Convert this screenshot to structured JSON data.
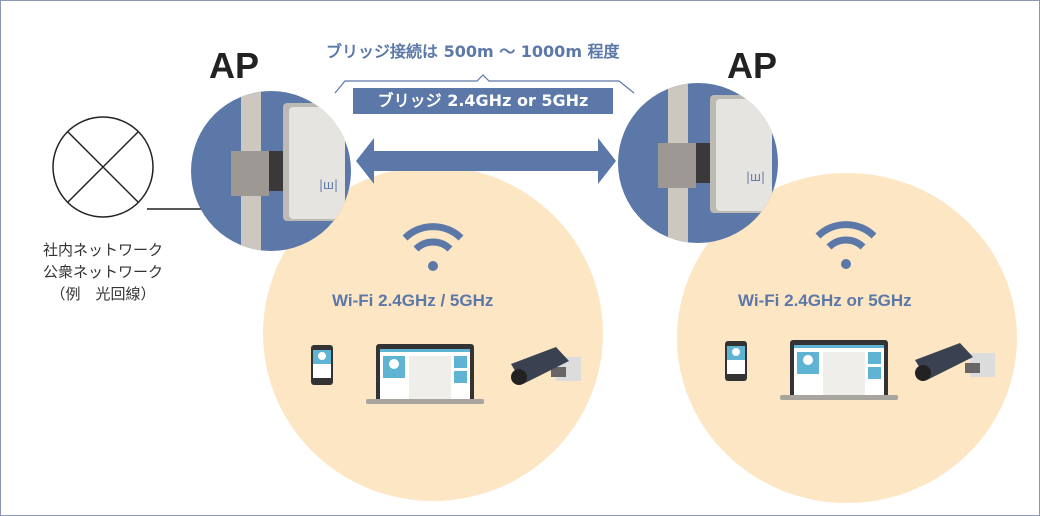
{
  "bridge_distance_label": "ブリッジ接続は 500m 〜 1000m 程度",
  "bridge_band_label": "ブリッジ 2.4GHz or 5GHz",
  "ap_left_label": "AP",
  "ap_right_label": "AP",
  "network_labels": [
    "社内ネットワーク",
    "公衆ネットワーク",
    "（例　光回線）"
  ],
  "wifi_left_label": "Wi-Fi 2.4GHz / 5GHz",
  "wifi_right_label": "Wi-Fi 2.4GHz or 5GHz",
  "colors": {
    "accent": "#5b78a8",
    "coverage": "#fde6c4"
  }
}
